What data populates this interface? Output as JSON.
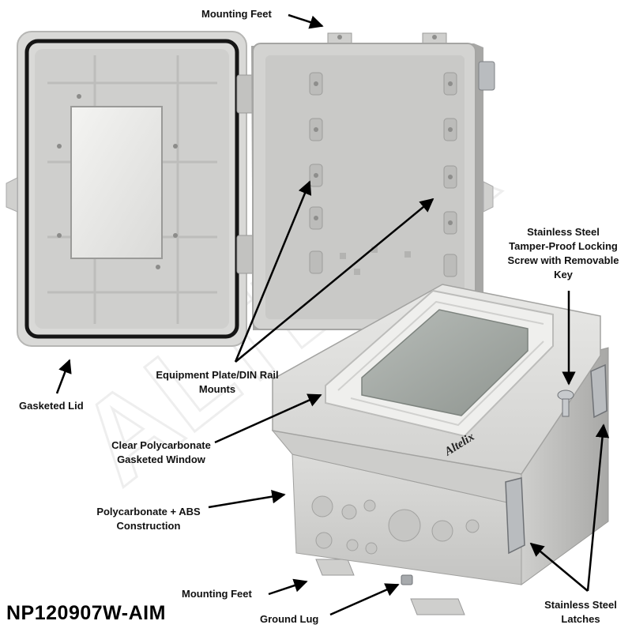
{
  "callouts": {
    "mounting_feet_top": "Mounting Feet",
    "locking_screw": [
      "Stainless Steel",
      "Tamper-Proof Locking",
      "Screw with Removable",
      "Key"
    ],
    "equipment_plate": [
      "Equipment Plate/DIN Rail",
      "Mounts"
    ],
    "gasketed_lid": "Gasketed Lid",
    "clear_window": [
      "Clear Polycarbonate",
      "Gasketed Window"
    ],
    "construction": [
      "Polycarbonate + ABS",
      "Construction"
    ],
    "mounting_feet_bottom": "Mounting Feet",
    "ground_lug": "Ground Lug",
    "latches": [
      "Stainless Steel",
      "Latches"
    ]
  },
  "model_number": "NP120907W-AIM",
  "brand_logo": "Altelix",
  "watermark": "ALTELIX",
  "colors": {
    "enclosure_gray": "#d6d6d4",
    "enclosure_shadow": "#a9a9a7",
    "gasket_black": "#151515",
    "window_tint": "#cfd3d0",
    "steel": "#b9bcbf",
    "label_text": "#111111",
    "arrow": "#000000"
  }
}
